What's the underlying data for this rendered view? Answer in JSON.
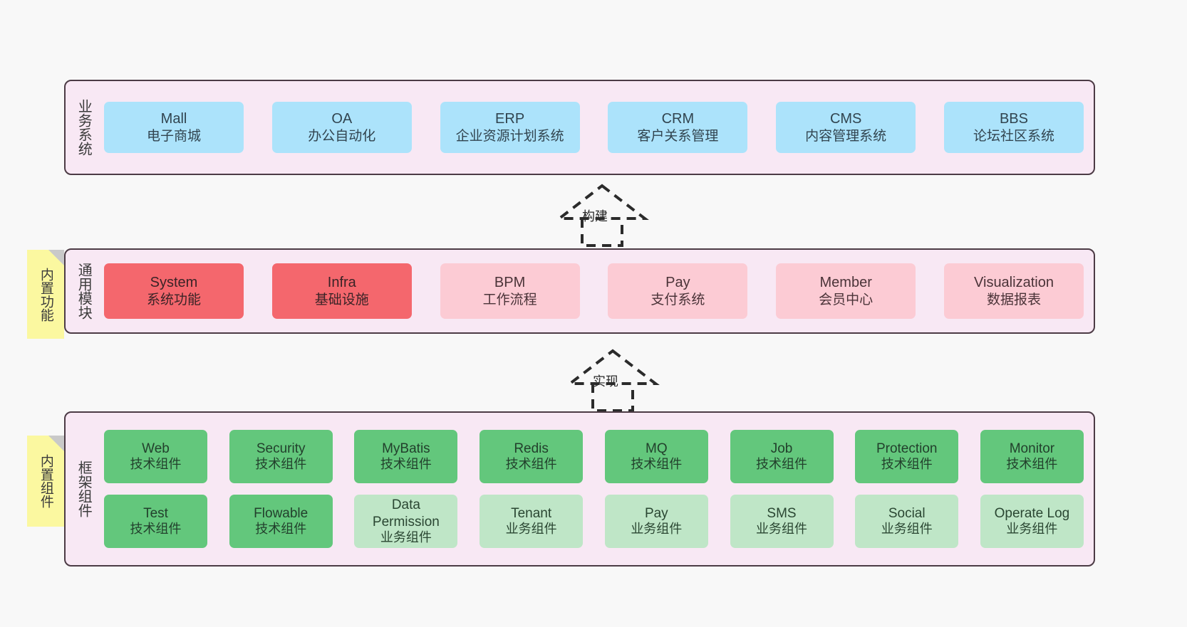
{
  "diagram": {
    "title": "System architecture layers",
    "colors": {
      "panel_bg": "#f8e8f4",
      "panel_border": "#4c3b45",
      "business_node": "#ace3fb",
      "module_core": "#f4676d",
      "module_optional": "#fccbd4",
      "component_tech": "#63c77c",
      "component_biz": "#bfe6c7",
      "sticky_note": "#fbf8a0",
      "sticky_fold": "#c9c9c9"
    }
  },
  "layers": {
    "business": {
      "title": "业务系统",
      "nodes": [
        {
          "en": "Mall",
          "cn": "电子商城"
        },
        {
          "en": "OA",
          "cn": "办公自动化"
        },
        {
          "en": "ERP",
          "cn": "企业资源计划系统"
        },
        {
          "en": "CRM",
          "cn": "客户关系管理"
        },
        {
          "en": "CMS",
          "cn": "内容管理系统"
        },
        {
          "en": "BBS",
          "cn": "论坛社区系统"
        }
      ]
    },
    "modules": {
      "title": "通用模块",
      "sticky": "内置功能",
      "nodes": [
        {
          "en": "System",
          "cn": "系统功能",
          "style": "red"
        },
        {
          "en": "Infra",
          "cn": "基础设施",
          "style": "red"
        },
        {
          "en": "BPM",
          "cn": "工作流程",
          "style": "pink"
        },
        {
          "en": "Pay",
          "cn": "支付系统",
          "style": "pink"
        },
        {
          "en": "Member",
          "cn": "会员中心",
          "style": "pink"
        },
        {
          "en": "Visualization",
          "cn": "数据报表",
          "style": "pink"
        }
      ]
    },
    "framework": {
      "title": "框架组件",
      "sticky": "内置组件",
      "row1": [
        {
          "en": "Web",
          "cn": "技术组件"
        },
        {
          "en": "Security",
          "cn": "技术组件"
        },
        {
          "en": "MyBatis",
          "cn": "技术组件"
        },
        {
          "en": "Redis",
          "cn": "技术组件"
        },
        {
          "en": "MQ",
          "cn": "技术组件"
        },
        {
          "en": "Job",
          "cn": "技术组件"
        },
        {
          "en": "Protection",
          "cn": "技术组件"
        },
        {
          "en": "Monitor",
          "cn": "技术组件"
        }
      ],
      "row2": [
        {
          "en": "Test",
          "cn": "技术组件",
          "style": "green"
        },
        {
          "en": "Flowable",
          "cn": "技术组件",
          "style": "green"
        },
        {
          "en": "Data Permission",
          "cn": "业务组件",
          "style": "lgreen"
        },
        {
          "en": "Tenant",
          "cn": "业务组件",
          "style": "lgreen"
        },
        {
          "en": "Pay",
          "cn": "业务组件",
          "style": "lgreen"
        },
        {
          "en": "SMS",
          "cn": "业务组件",
          "style": "lgreen"
        },
        {
          "en": "Social",
          "cn": "业务组件",
          "style": "lgreen"
        },
        {
          "en": "Operate Log",
          "cn": "业务组件",
          "style": "lgreen"
        }
      ]
    }
  },
  "arrows": [
    {
      "id": "build",
      "label": "构建",
      "from": "通用模块",
      "to": "业务系统"
    },
    {
      "id": "impl",
      "label": "实现",
      "from": "框架组件",
      "to": "通用模块"
    }
  ]
}
